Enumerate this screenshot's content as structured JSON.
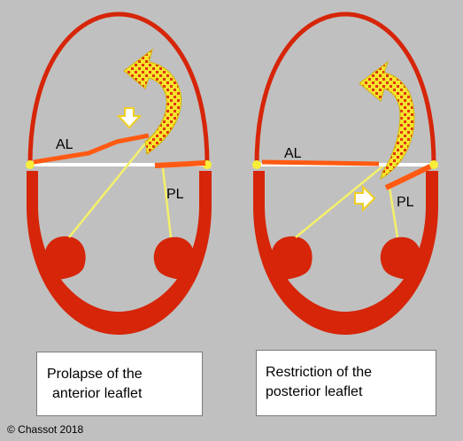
{
  "colors": {
    "background": "#c0c0c0",
    "heart_wall": "#d62508",
    "inner_cavity": "#ededed",
    "leaflet": "#ff5a12",
    "chordae": "#f5f06a",
    "annulus_dot": "#f8ee3a",
    "arrow_body": "#f6e52c",
    "arrow_dots": "#e03810"
  },
  "panels": [
    {
      "labels": {
        "anterior": "AL",
        "posterior": "PL"
      },
      "caption": {
        "line1": "Prolapse of the",
        "line2": "anterior leaflet"
      }
    },
    {
      "labels": {
        "anterior": "AL",
        "posterior": "PL"
      },
      "caption": {
        "line1": "Restriction of the",
        "line2": "posterior leaflet"
      }
    }
  ],
  "copyright": "© Chassot 2018"
}
